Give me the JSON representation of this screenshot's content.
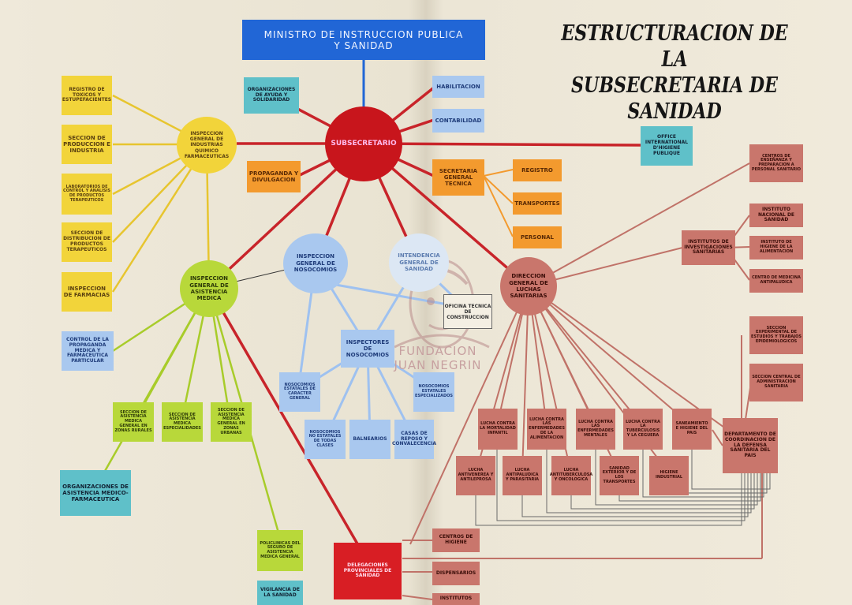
{
  "title": {
    "line1": "ESTRUCTURACION DE LA",
    "line2": "SUBSECRETARIA DE SANIDAD"
  },
  "minister": {
    "line1": "MINISTRO DE INSTRUCCION PUBLICA",
    "line2": "Y SANIDAD"
  },
  "hubs": {
    "subsecretario": "SUBSECRETARIO",
    "quimico": "INSPECCION GENERAL DE INDUSTRIAS QUIMICO FARMACEUTICAS",
    "asistencia": "INSPECCION GENERAL DE ASISTENCIA MEDICA",
    "nosocomios": "INSPECCION GENERAL DE NOSOCOMIOS",
    "intendencia": "INTENDENCIA GENERAL DE SANIDAD",
    "luchas": "DIRECCION GENERAL DE LUCHAS SANITARIAS"
  },
  "sub_nodes": {
    "ayuda": "ORGANIZACIONES DE AYUDA Y SOLIDARIDAD",
    "propaganda": "PROPAGANDA Y DIVULGACION",
    "habilitacion": "HABILITACION",
    "contabilidad": "CONTABILIDAD",
    "secretaria": "SECRETARIA GENERAL TECNICA",
    "registro": "REGISTRO",
    "transportes": "TRANSPORTES",
    "personal": "PERSONAL",
    "office": "OFFICE INTERNATIONAL D'HIGIENE PUBLIQUE"
  },
  "quimico_nodes": [
    "REGISTRO DE TOXICOS Y ESTUPEFACIENTES",
    "SECCION DE PRODUCCION E INDUSTRIA",
    "LABORATORIOS DE CONTROL Y ANALISIS DE PRODUCTOS TERAPEUTICOS",
    "SECCION DE DISTRIBUCION DE PRODUCTOS TERAPEUTICOS",
    "INSPECCION DE FARMACIAS"
  ],
  "asistencia_nodes": {
    "control": "CONTROL DE LA PROPAGANDA MEDICA Y FARMACEUTICA PARTICULAR",
    "rurales": "SECCION DE ASISTENCIA MEDICA GENERAL EN ZONAS RURALES",
    "especialidades": "SECCION DE ASISTENCIA MEDICA ESPECIALIDADES",
    "urbanas": "SECCION DE ASISTENCIA MEDICA GENERAL EN ZONAS URBANAS",
    "organizaciones": "ORGANIZACIONES DE ASISTENCIA MEDICO-FARMACEUTICA",
    "policlinicas": "POLICLINICAS DEL SEGURO DE ASISTENCIA MEDICA GENERAL",
    "vigilancia": "VIGILANCIA DE LA SANIDAD"
  },
  "nosocomios_nodes": {
    "inspectores": "INSPECTORES DE NOSOCOMIOS",
    "estatales": "NOSOCOMIOS ESTATALES DE CARACTER GENERAL",
    "especializados": "NOSOCOMIOS ESTATALES ESPECIALIZADOS",
    "no_estatales": "NOSOCOMIOS NO ESTATALES DE TODAS CLASES",
    "balnearios": "BALNEARIOS",
    "reposo": "CASAS DE REPOSO Y CONVALECENCIA"
  },
  "oficina": "OFICINA TECNICA DE CONSTRUCCION",
  "watermark": {
    "line1": "FUNDACION",
    "line2": "JUAN NEGRIN"
  },
  "luchas_nodes": {
    "centros_ensenanza": "CENTROS DE ENSEÑANZA Y PREPARACION A PERSONAL SANITARIO",
    "institutos": "INSTITUTOS DE INVESTIGACIONES SANITARIAS",
    "instituto_nacional": "INSTITUTO NACIONAL DE SANIDAD",
    "instituto_higiene": "INSTITUTO DE HIGIENE DE LA ALIMENTACION",
    "centro_medicina": "CENTRO DE MEDICINA ANTIPALUDICA",
    "seccion_epidemiologica": "SECCION EXPERIMENTAL DE ESTUDIOS Y TRABAJOS EPIDEMIOLOGICOS",
    "seccion_administracion": "SECCION CENTRAL DE ADMINISTRACION SANITARIA",
    "departamento": "DEPARTAMENTO DE COORDINACION DE LA DEFENSA SANITARIA DEL PAIS",
    "row1": [
      "LUCHA CONTRA LA MORTALIDAD INFANTIL",
      "LUCHA CONTRA LAS ENFERMEDADES DE LA ALIMENTACION",
      "LUCHA CONTRA LAS ENFERMEDADES MENTALES",
      "LUCHA CONTRA LA TUBERCULOSIS Y LA CEGUERA",
      "SANEAMIENTO E HIGIENE DEL PAIS"
    ],
    "row2": [
      "LUCHA ANTIVENEREA Y ANTILEPROSA",
      "LUCHA ANTIPALUDICA Y PARASITARIA",
      "LUCHA ANTITUBERCULOSA Y ONCOLOGICA",
      "SANIDAD EXTERIOR Y DE LOS TRANSPORTES",
      "HIGIENE INDUSTRIAL"
    ]
  },
  "bottom_nodes": {
    "delegaciones": "DELEGACIONES PROVINCIALES DE SANIDAD",
    "centros_higiene": "CENTROS DE HIGIENE",
    "dispensarios": "DISPENSARIOS",
    "institutos": "INSTITUTOS"
  },
  "colors": {
    "minister": "#2166d6",
    "subsecretario": "#d81e24",
    "quimico": "#f2d43a",
    "asistencia": "#b8d83a",
    "nosocomios": "#a9c8ef",
    "luchas": "#c9766c",
    "orange": "#f39a2e",
    "cyan": "#5fc0c9"
  }
}
